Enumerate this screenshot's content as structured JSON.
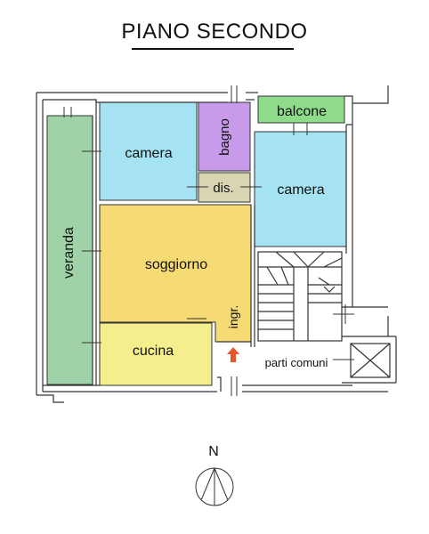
{
  "title": "PIANO SECONDO",
  "rooms": {
    "veranda": "veranda",
    "camera_1": "camera",
    "bagno": "bagno",
    "disimpegno": "dis.",
    "camera_2": "camera",
    "balcone": "balcone",
    "soggiorno": "soggiorno",
    "ingresso": "ingr.",
    "cucina": "cucina",
    "parti_comuni": "parti comuni"
  },
  "compass": {
    "label": "N"
  },
  "colors": {
    "veranda": "#9fd3a7",
    "camera": "#a5e3f3",
    "bagno": "#c89bea",
    "disimpegno": "#d8d6b2",
    "balcone": "#8fdb8c",
    "soggiorno": "#f6da73",
    "cucina": "#f5ee8c",
    "entrance_arrow": "#e4552b"
  }
}
